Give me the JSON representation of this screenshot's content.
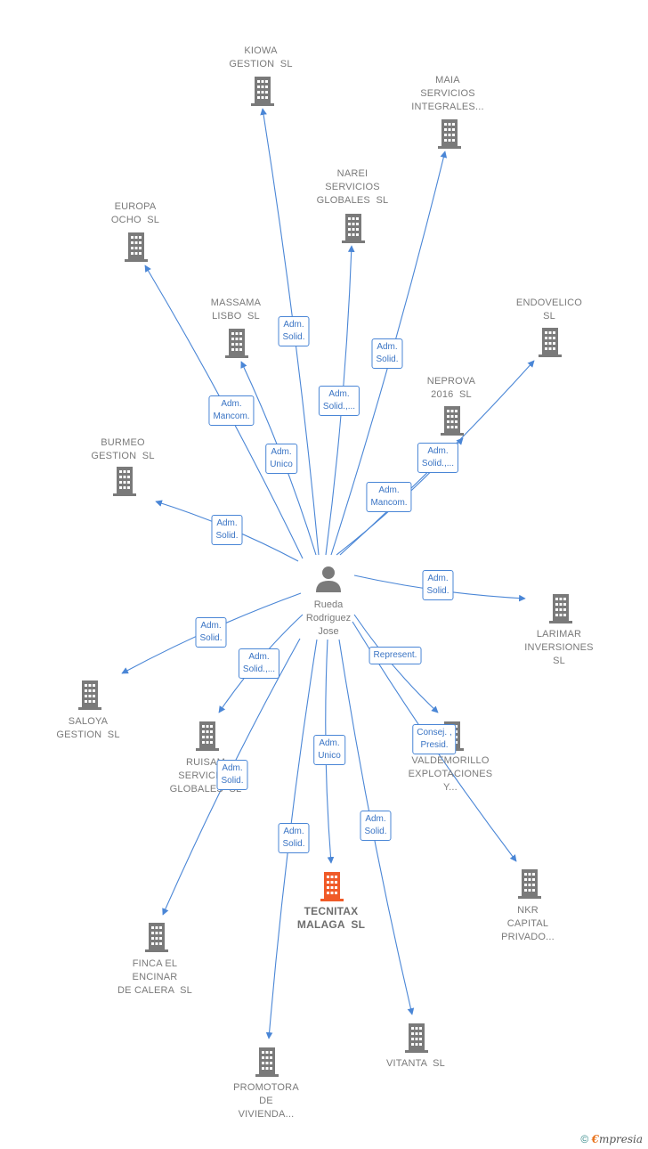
{
  "colors": {
    "edge": "#4a86d6",
    "building": "#7a7a7a",
    "building_main": "#f05a28",
    "person": "#7a7a7a"
  },
  "center": {
    "name": "Rueda\nRodriguez\nJose",
    "icon": "person-icon"
  },
  "companies": [
    {
      "id": "kiowa",
      "label": "KIOWA\nGESTION  SL",
      "role": "Adm.\nSolid.",
      "main": false
    },
    {
      "id": "maia",
      "label": "MAIA\nSERVICIOS\nINTEGRALES...",
      "role": "Adm.\nSolid.",
      "main": false
    },
    {
      "id": "narei",
      "label": "NAREI\nSERVICIOS\nGLOBALES  SL",
      "role": "Adm.\nSolid.,...",
      "main": false
    },
    {
      "id": "europa",
      "label": "EUROPA\nOCHO  SL",
      "role": "Adm.\nMancom.",
      "main": false
    },
    {
      "id": "massama",
      "label": "MASSAMA\nLISBO  SL",
      "role": "Adm.\nUnico",
      "main": false
    },
    {
      "id": "endovelico",
      "label": "ENDOVELICO\nSL",
      "role": "Adm.\nMancom.",
      "main": false
    },
    {
      "id": "neprova",
      "label": "NEPROVA\n2016  SL",
      "role": "Adm.\nSolid.,...",
      "main": false
    },
    {
      "id": "burmeo",
      "label": "BURMEO\nGESTION  SL",
      "role": "Adm.\nSolid.",
      "main": false
    },
    {
      "id": "larimar",
      "label": "LARIMAR\nINVERSIONES\nSL",
      "role": "Adm.\nSolid.",
      "main": false
    },
    {
      "id": "saloya",
      "label": "SALOYA\nGESTION  SL",
      "role": "Adm.\nSolid.",
      "main": false
    },
    {
      "id": "ruisam",
      "label": "RUISAM\nSERVICIOS\nGLOBALES  SL",
      "role": "Adm.\nSolid.,...",
      "main": false
    },
    {
      "id": "valdemorillo",
      "label": "VALDEMORILLO\nEXPLOTACIONES\nY...",
      "role": "Represent.",
      "main": false
    },
    {
      "id": "nkr",
      "label": "NKR\nCAPITAL\nPRIVADO...",
      "role": "Consej. ,\nPresid.",
      "main": false
    },
    {
      "id": "tecnitax",
      "label": "TECNITAX\nMALAGA  SL",
      "role": "Adm.\nUnico",
      "main": true
    },
    {
      "id": "finca",
      "label": "FINCA EL\nENCINAR\nDE CALERA  SL",
      "role": "Adm.\nSolid.",
      "main": false
    },
    {
      "id": "promotora",
      "label": "PROMOTORA\nDE\nVIVIENDA...",
      "role": "Adm.\nSolid.",
      "main": false
    },
    {
      "id": "vitanta",
      "label": "VITANTA  SL",
      "role": "Adm.\nSolid.",
      "main": false
    }
  ],
  "footer": {
    "copyright": "©",
    "brand_first": "€",
    "brand_rest": "mpresia"
  }
}
